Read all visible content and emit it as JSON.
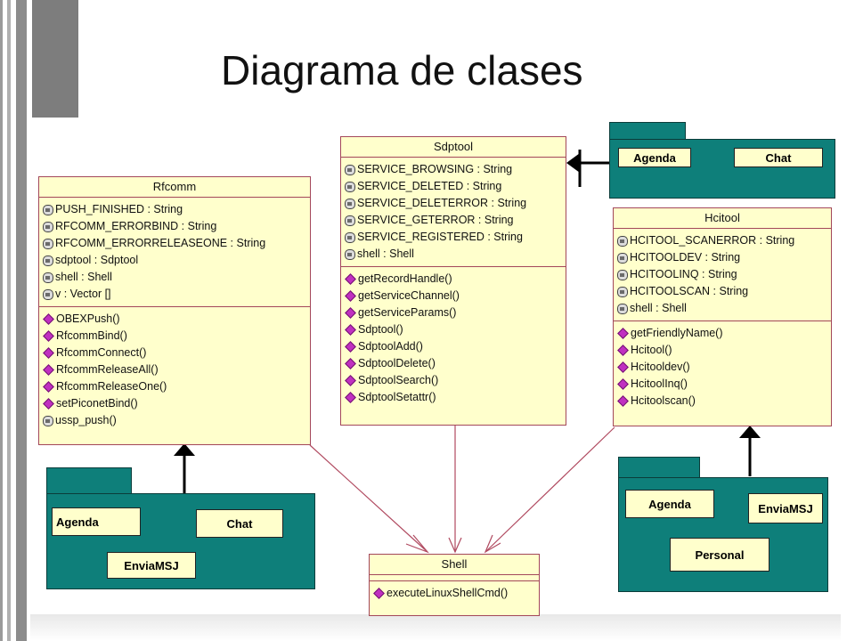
{
  "title": "Diagrama de clases",
  "colors": {
    "class_fill": "#ffffcc",
    "class_border": "#a3475a",
    "package_fill": "#0e7f7a",
    "operation_icon": "#c030c0"
  },
  "classes": {
    "rfcomm": {
      "name": "Rfcomm",
      "attributes": [
        "PUSH_FINISHED : String",
        "RFCOMM_ERRORBIND : String",
        "RFCOMM_ERRORRELEASEONE : String",
        "sdptool : Sdptool",
        "shell : Shell",
        "v : Vector []"
      ],
      "operations": [
        "OBEXPush()",
        "RfcommBind()",
        "RfcommConnect()",
        "RfcommReleaseAll()",
        "RfcommReleaseOne()",
        "setPiconetBind()",
        "ussp_push()"
      ]
    },
    "sdptool": {
      "name": "Sdptool",
      "attributes": [
        "SERVICE_BROWSING : String",
        "SERVICE_DELETED : String",
        "SERVICE_DELETERROR : String",
        "SERVICE_GETERROR : String",
        "SERVICE_REGISTERED : String",
        "shell : Shell"
      ],
      "operations": [
        "getRecordHandle()",
        "getServiceChannel()",
        "getServiceParams()",
        "Sdptool()",
        "SdptoolAdd()",
        "SdptoolDelete()",
        "SdptoolSearch()",
        "SdptoolSetattr()"
      ]
    },
    "hcitool": {
      "name": "Hcitool",
      "attributes": [
        "HCITOOL_SCANERROR : String",
        "HCITOOLDEV : String",
        "HCITOOLINQ : String",
        "HCITOOLSCAN : String",
        "shell : Shell"
      ],
      "operations": [
        "getFriendlyName()",
        "Hcitool()",
        "Hcitooldev()",
        "HcitoolInq()",
        "Hcitoolscan()"
      ]
    },
    "shell": {
      "name": "Shell",
      "attributes": [],
      "operations": [
        "executeLinuxShellCmd()"
      ]
    }
  },
  "packages": {
    "top_right": [
      "Agenda",
      "Chat"
    ],
    "left": [
      "Agenda",
      "Chat",
      "EnviaMSJ"
    ],
    "right": [
      "Agenda",
      "EnviaMSJ",
      "Personal"
    ]
  }
}
